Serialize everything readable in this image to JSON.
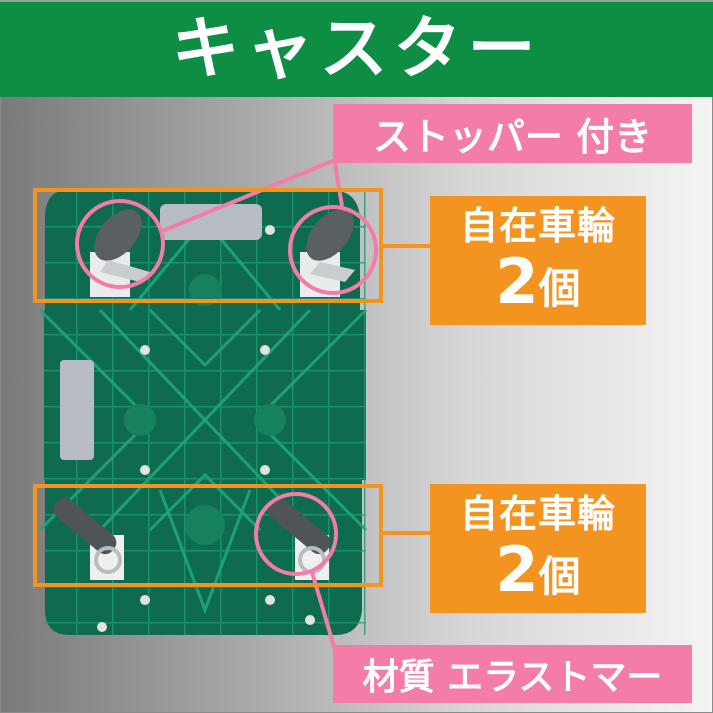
{
  "header": {
    "title": "キャスター",
    "background_color": "#0d8e44"
  },
  "callouts": {
    "stopper": {
      "label": "ストッパー 付き",
      "color": "#f37ca8"
    },
    "top_casters": {
      "line1": "自在車輪",
      "count": "2",
      "unit": "個",
      "color": "#f39421"
    },
    "bottom_casters": {
      "line1": "自在車輪",
      "count": "2",
      "unit": "個",
      "color": "#f39421"
    },
    "material": {
      "label": "材質 エラストマー",
      "color": "#f37ca8"
    }
  },
  "product": {
    "description": "green plastic cart base, underside with four casters",
    "base_color": "#12755a",
    "wheel_color": "#5a5f63"
  }
}
